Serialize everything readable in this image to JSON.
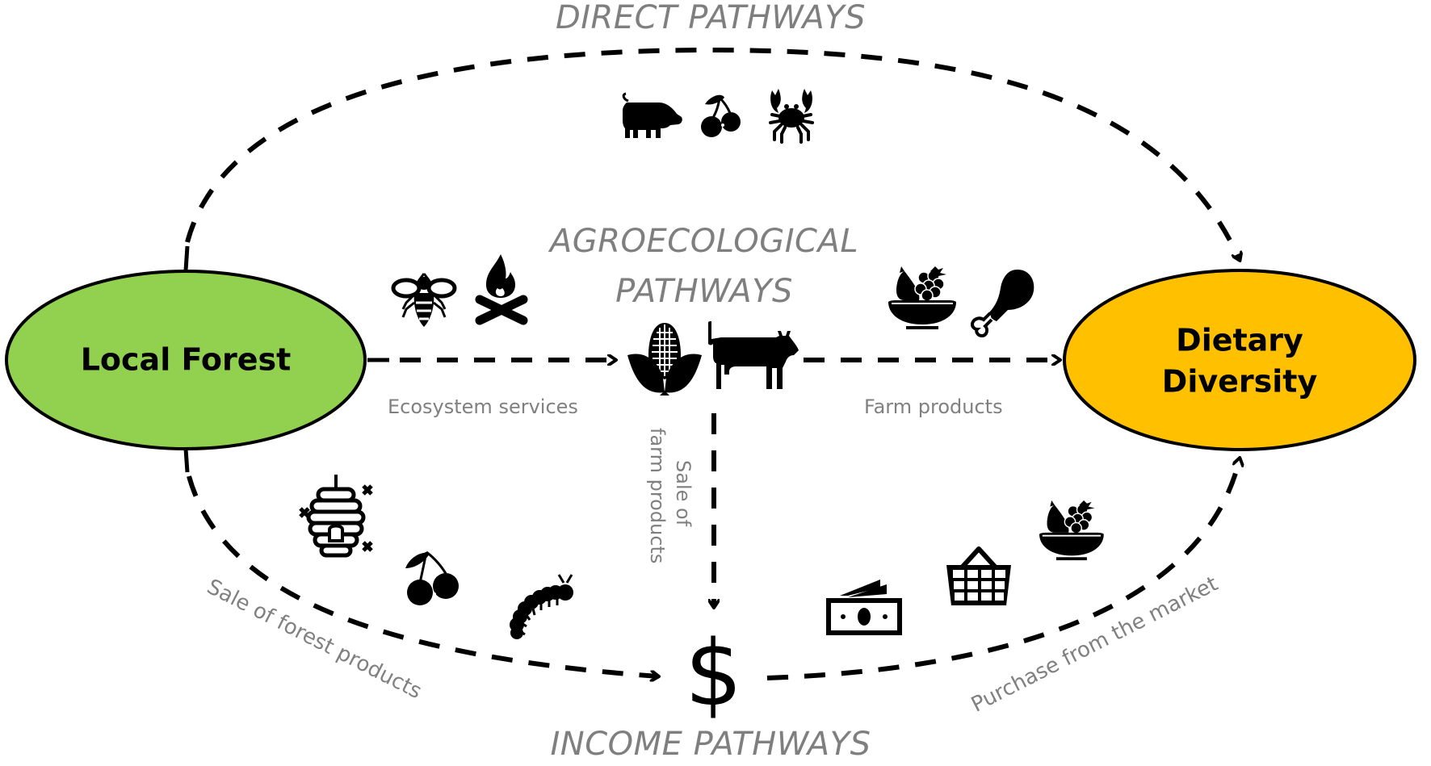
{
  "nodes": {
    "source": {
      "label": "Local Forest",
      "fill": "#92D050",
      "stroke": "#000000"
    },
    "target": {
      "label_line1": "Dietary",
      "label_line2": "Diversity",
      "fill": "#FFC000",
      "stroke": "#000000"
    }
  },
  "pathways": {
    "direct": {
      "title": "DIRECT PATHWAYS",
      "icons": [
        "pig-icon",
        "cherries-icon",
        "crab-icon"
      ]
    },
    "agroecological": {
      "title_line1": "AGROECOLOGICAL",
      "title_line2": "PATHWAYS",
      "left_icons": [
        "bee-icon",
        "campfire-icon"
      ],
      "hub_icons": [
        "corn-icon",
        "cow-icon"
      ],
      "right_icons": [
        "fruit-bowl-icon",
        "chicken-leg-icon"
      ],
      "left_edge_label": "Ecosystem services",
      "right_edge_label": "Farm products",
      "down_edge_label_line1": "Sale of",
      "down_edge_label_line2": "farm products"
    },
    "income": {
      "title": "INCOME PATHWAYS",
      "hub_symbol": "$",
      "left_icons": [
        "beehive-icon",
        "cherries-icon",
        "caterpillar-icon"
      ],
      "right_icons": [
        "money-bill-icon",
        "shopping-basket-icon",
        "fruit-bowl-icon"
      ],
      "left_edge_label": "Sale of forest products",
      "right_edge_label": "Purchase from the market"
    }
  },
  "style": {
    "title_color": "#7F7F7F",
    "label_color": "#808080",
    "line_color": "#000000"
  }
}
